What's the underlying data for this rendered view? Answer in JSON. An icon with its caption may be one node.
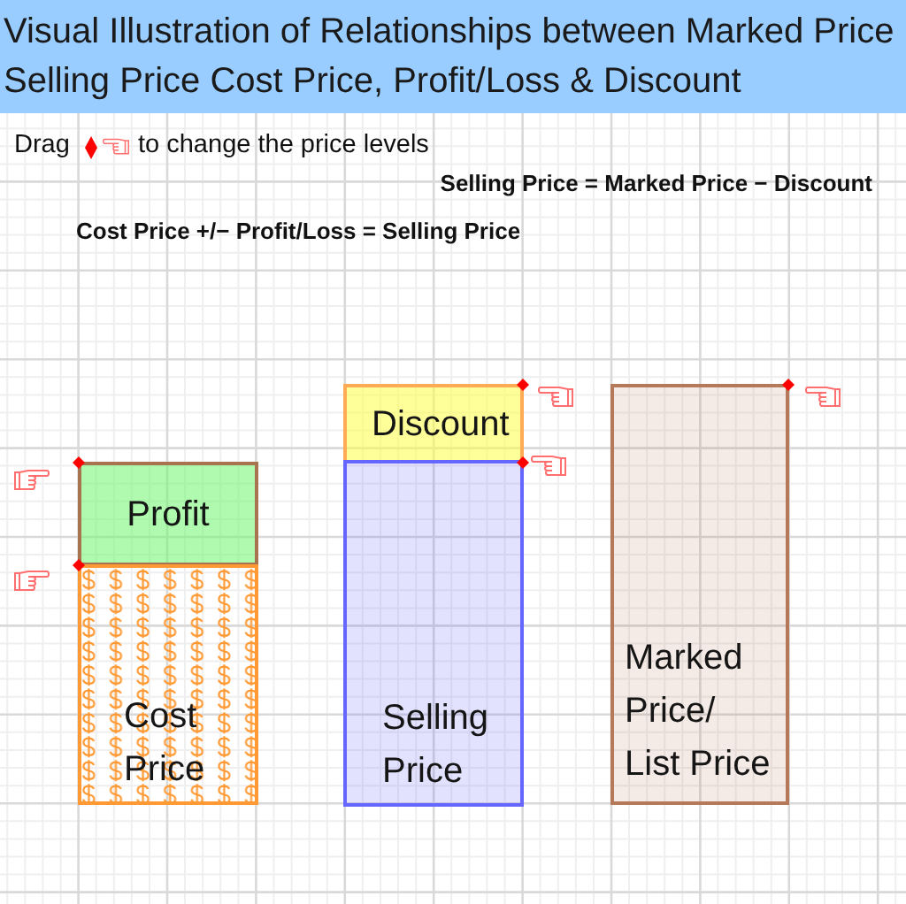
{
  "diagram": {
    "title": "Visual Illustration of Relationships between Marked Price Selling Price Cost Price, Profit/Loss & Discount",
    "nodes": [
      {
        "text": [
          "Profit"
        ]
      },
      {
        "text": [
          "Cost Price"
        ]
      },
      {
        "text": [
          "Discount"
        ]
      },
      {
        "text": [
          "Selling Price"
        ]
      },
      {
        "text": [
          "Marked Price/ List Price"
        ]
      }
    ],
    "labels": [
      "Drag",
      "to change the price levels",
      "Selling Price = Marked Price − Discount",
      "Cost Price +/− Profit/Loss = Selling Price"
    ]
  }
}
